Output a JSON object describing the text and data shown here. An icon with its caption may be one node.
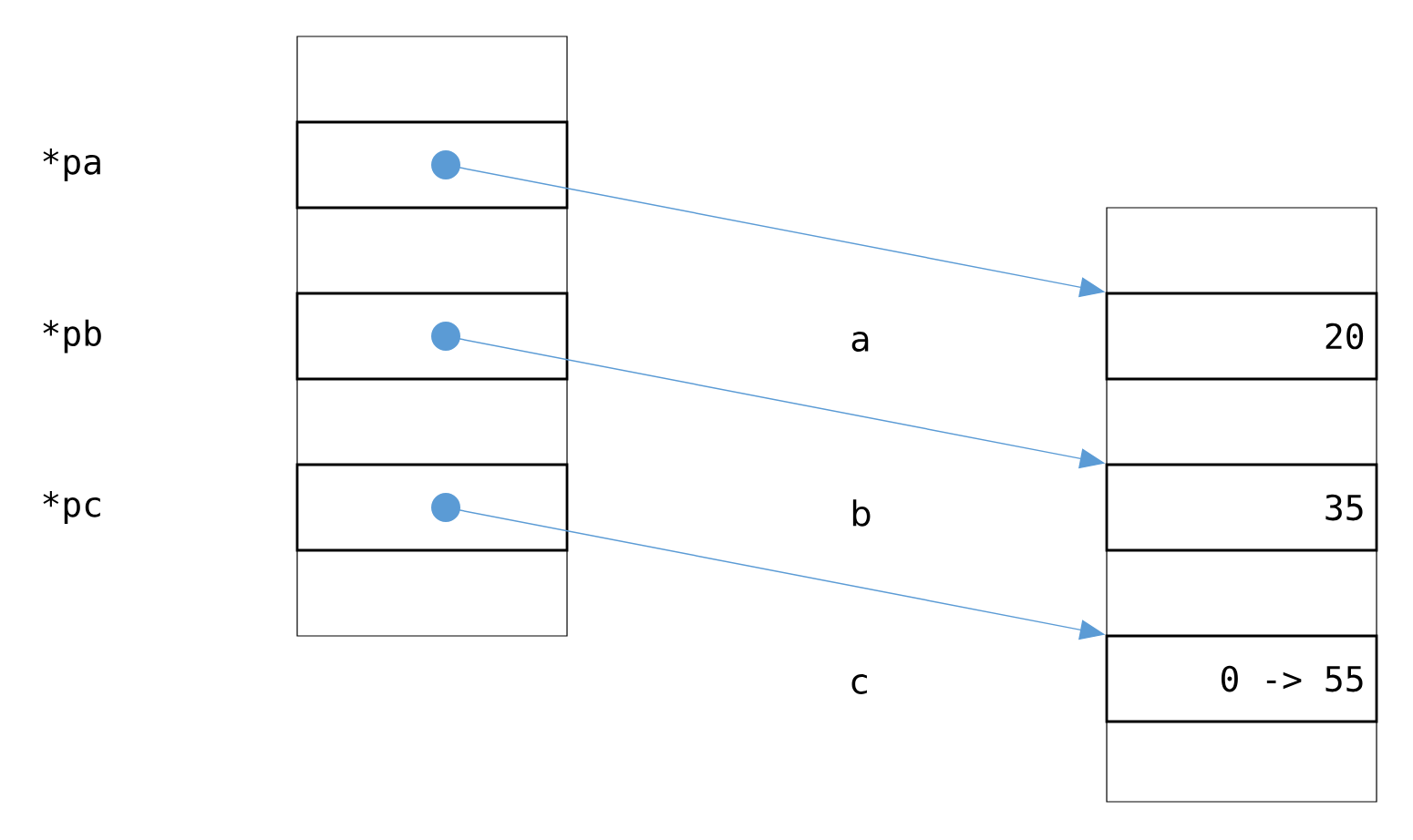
{
  "diagram": {
    "nodes": [
      {
        "text": [],
        "shape": "box"
      },
      {
        "text": [],
        "shape": "box",
        "in": 0
      },
      {
        "text": [],
        "shape": "box",
        "in": 0
      },
      {
        "text": [],
        "shape": "box",
        "in": 0
      },
      {
        "text": [],
        "shape": "box"
      },
      {
        "text": [
          "20"
        ],
        "in": 4
      },
      {
        "text": [
          "35"
        ],
        "in": 4
      },
      {
        "text": [
          "0 -> 55"
        ],
        "in": 4
      }
    ],
    "edges": [
      {
        "from": 1,
        "to": 5,
        "arrow": "to"
      },
      {
        "from": 2,
        "to": 6,
        "arrow": "to"
      },
      {
        "from": 3,
        "to": 7,
        "arrow": "to"
      }
    ],
    "labels": [
      "*pa",
      "*pb",
      "a",
      "*pc",
      "b",
      "c"
    ]
  }
}
